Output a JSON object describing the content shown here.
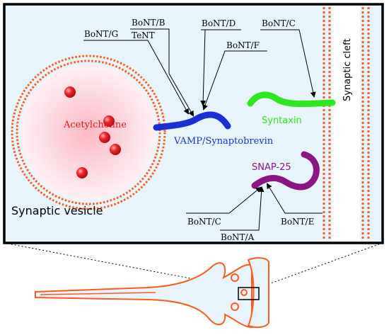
{
  "labels": {
    "acetylcholine": "Acetylcholine",
    "synaptic_vesicle": "Synaptic vesicle",
    "synaptic_cleft": "Synaptic cleft",
    "vamp": "VAMP/Synaptobrevin",
    "syntaxin": "Syntaxin",
    "snap25": "SNAP-25"
  },
  "toxins": {
    "bont_g": "BoNT/G",
    "bont_b": "BoNT/B",
    "tent": "TeNT",
    "bont_d": "BoNT/D",
    "bont_f": "BoNT/F",
    "bont_c_top": "BoNT/C",
    "bont_c_bottom": "BoNT/C",
    "bont_a": "BoNT/A",
    "bont_e": "BoNT/E"
  },
  "colors": {
    "background": "#e8f4fb",
    "membrane": "#ff5a1f",
    "neurotransmitter": "#e8161b",
    "vamp": "#1a2fd4",
    "syntaxin": "#2de81e",
    "snap25": "#8c1586",
    "neuron_outline": "#ff5a1f",
    "neuron_fill": "#e8f4fb"
  }
}
